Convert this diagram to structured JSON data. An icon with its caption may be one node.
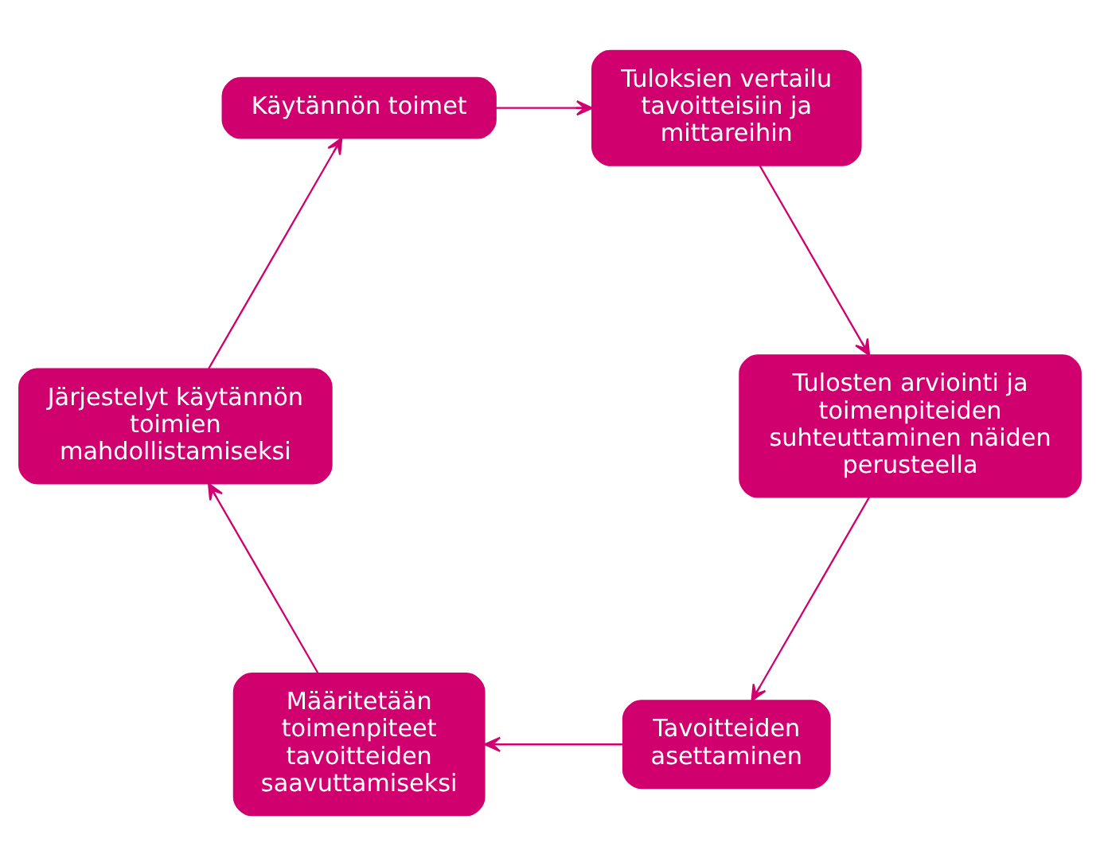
{
  "diagram": {
    "nodes": [
      {
        "text": [
          "Tavoitteiden asettaminen"
        ]
      },
      {
        "text": [
          "Määritetään toimenpiteet tavoitteiden saavuttamiseksi"
        ]
      },
      {
        "text": [
          "Järjestelyt käytännön toimien mahdollistamiseksi"
        ]
      },
      {
        "text": [
          "Käytännön toimet"
        ]
      },
      {
        "text": [
          "Tuloksien vertailu tavoitteisiin ja mittareihin"
        ]
      },
      {
        "text": [
          "Tulosten arviointi ja toimenpiteiden suhteuttaminen näiden perusteella"
        ]
      }
    ],
    "edges": [
      {
        "from": 0,
        "to": 1,
        "arrow": "to"
      },
      {
        "from": 1,
        "to": 2,
        "arrow": "to"
      },
      {
        "from": 2,
        "to": 3,
        "arrow": "to"
      },
      {
        "from": 3,
        "to": 4,
        "arrow": "to"
      },
      {
        "from": 4,
        "to": 5,
        "arrow": "to"
      },
      {
        "from": 5,
        "to": 0,
        "arrow": "to"
      }
    ]
  }
}
